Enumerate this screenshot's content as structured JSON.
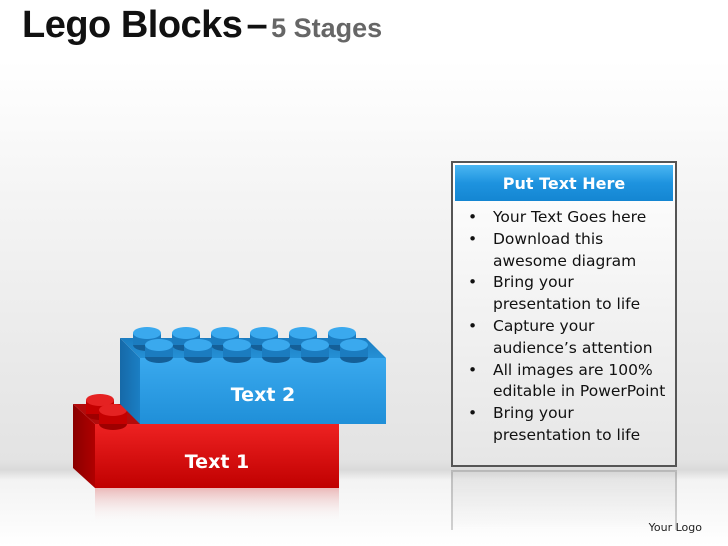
{
  "title": {
    "main": "Lego Blocks",
    "dash": "–",
    "sub": "5 Stages"
  },
  "blocks": [
    {
      "label": "Text 1",
      "color": "#dd1111"
    },
    {
      "label": "Text 2",
      "color": "#2b9be0"
    }
  ],
  "panel": {
    "header": "Put Text Here",
    "header_color": "#1e93df",
    "bullets": [
      [
        "Your Text Goes here"
      ],
      [
        "Download this",
        "awesome diagram"
      ],
      [
        "Bring your",
        "presentation to life"
      ],
      [
        "Capture your",
        "audience’s attention"
      ],
      [
        "All images are 100%",
        "editable in PowerPoint"
      ],
      [
        "Bring your",
        "presentation to life"
      ]
    ]
  },
  "footer": {
    "logo": "Your Logo"
  }
}
